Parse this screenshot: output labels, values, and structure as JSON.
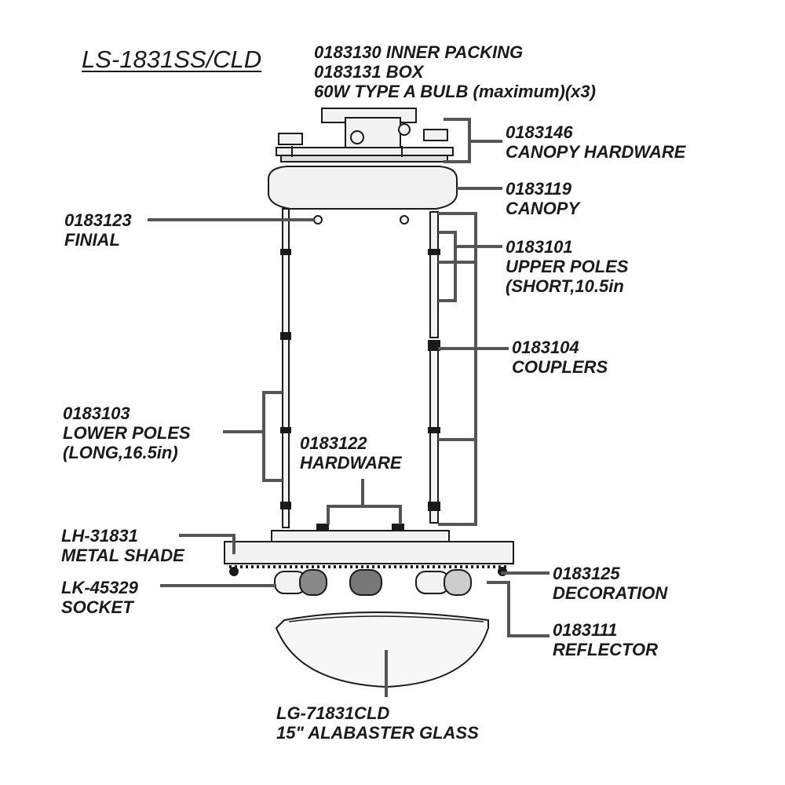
{
  "title": "LS-1831SS/CLD",
  "header_notes": [
    "0183130 INNER PACKING",
    "0183131 BOX",
    "60W TYPE A BULB (maximum)(x3)"
  ],
  "parts": {
    "canopy_hardware": {
      "number": "0183146",
      "name": "CANOPY HARDWARE"
    },
    "canopy": {
      "number": "0183119",
      "name": "CANOPY"
    },
    "finial": {
      "number": "0183123",
      "name": "FINIAL"
    },
    "upper_poles": {
      "number": "0183101",
      "name": "UPPER POLES",
      "detail": "(SHORT,10.5in"
    },
    "couplers": {
      "number": "0183104",
      "name": "COUPLERS"
    },
    "lower_poles": {
      "number": "0183103",
      "name": "LOWER POLES",
      "detail": "(LONG,16.5in)"
    },
    "hardware": {
      "number": "0183122",
      "name": "HARDWARE"
    },
    "metal_shade": {
      "number": "LH-31831",
      "name": "METAL SHADE"
    },
    "socket": {
      "number": "LK-45329",
      "name": "SOCKET"
    },
    "decoration": {
      "number": "0183125",
      "name": "DECORATION"
    },
    "reflector": {
      "number": "0183111",
      "name": "REFLECTOR"
    },
    "glass": {
      "number": "LG-71831CLD",
      "name": "15\" ALABASTER GLASS"
    }
  },
  "colors": {
    "ink": "#1a1a1a",
    "leader": "#555555",
    "part_fill": "#f2f2f2"
  }
}
